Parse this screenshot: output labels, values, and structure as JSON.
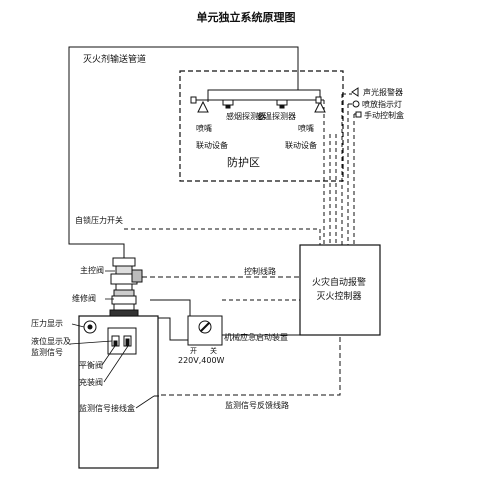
{
  "title": "单元独立系统原理图",
  "labels": {
    "delivery_pipe": "灭火剂输送管道",
    "protected_zone": "防护区",
    "smoke_detector": "感烟探测器",
    "heat_detector": "感温探测器",
    "nozzle_left": "喷嘴",
    "nozzle_right": "喷嘴",
    "linkage_left": "联动设备",
    "linkage_right": "联动设备",
    "sound_light_alarm": "声光报警器",
    "spray_indicator": "喷放指示灯",
    "manual_box": "手动控制盒",
    "pressure_switch": "自锁压力开关",
    "main_valve": "主控阀",
    "maintenance_valve": "维修阀",
    "control_line": "控制线路",
    "controller_line1": "火灾自动报警",
    "controller_line2": "灭火控制器",
    "pressure_display": "压力显示",
    "level_display_1": "液位显示及",
    "level_display_2": "监测信号",
    "balance_valve": "平衡阀",
    "fill_valve": "充装阀",
    "signal_junction_box": "监测信号接线盒",
    "mechanical_start": "机械应急启动装置",
    "switch_on": "开",
    "switch_off": "关",
    "power": "220V,400W",
    "feedback_line": "监测信号反馈线路"
  }
}
